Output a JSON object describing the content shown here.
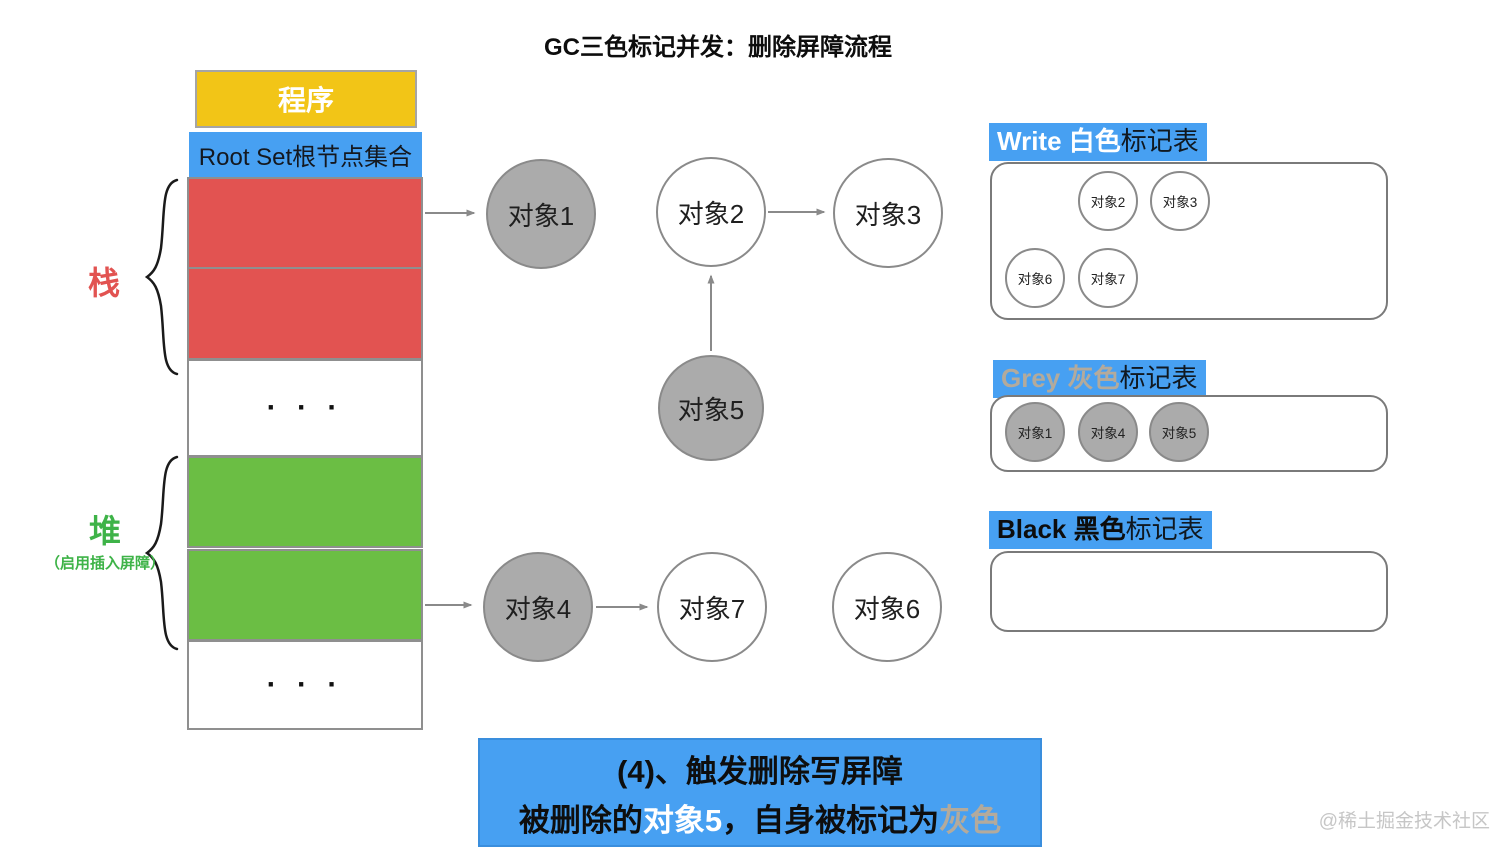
{
  "title": "GC三色标记并发：删除屏障流程",
  "watermark": "@稀土掘金技术社区",
  "memory": {
    "program": "程序",
    "root_set": "Root Set根节点集合",
    "stack_label": "栈",
    "heap_label": "堆",
    "heap_note": "（启用插入屏障）",
    "ellipsis": "· · ·"
  },
  "graph": {
    "nodes": [
      {
        "label": "对象1",
        "color": "grey"
      },
      {
        "label": "对象2",
        "color": "white"
      },
      {
        "label": "对象3",
        "color": "white"
      },
      {
        "label": "对象4",
        "color": "grey"
      },
      {
        "label": "对象5",
        "color": "grey"
      },
      {
        "label": "对象6",
        "color": "white"
      },
      {
        "label": "对象7",
        "color": "white"
      }
    ],
    "edges": [
      "根节点集合(栈)→对象1",
      "对象2→对象3",
      "对象5→对象2",
      "根节点集合(堆)→对象4",
      "对象4→对象7"
    ]
  },
  "tables": {
    "white": {
      "label_en": "Write 白色",
      "label_zh": "标记表",
      "items": [
        "对象2",
        "对象3",
        "对象6",
        "对象7"
      ]
    },
    "grey": {
      "label_en": "Grey 灰色",
      "label_zh": "标记表",
      "items": [
        "对象1",
        "对象4",
        "对象5"
      ]
    },
    "black": {
      "label_en": "Black 黑色",
      "label_zh": "标记表",
      "items": []
    }
  },
  "caption": {
    "line1": "(4)、触发删除写屏障",
    "line2": [
      {
        "text": "被删除的",
        "color": "black"
      },
      {
        "text": "对象5",
        "color": "white"
      },
      {
        "text": "，自身被标记为",
        "color": "black"
      },
      {
        "text": "灰色",
        "color": "grey"
      }
    ]
  },
  "colors": {
    "accent_blue": "#47a0f2",
    "stack_red": "#e25351",
    "heap_green": "#6bbe44",
    "program_yellow": "#f2c517",
    "grey_node": "#ababab",
    "grey_label_text": "#b3aa9c"
  }
}
